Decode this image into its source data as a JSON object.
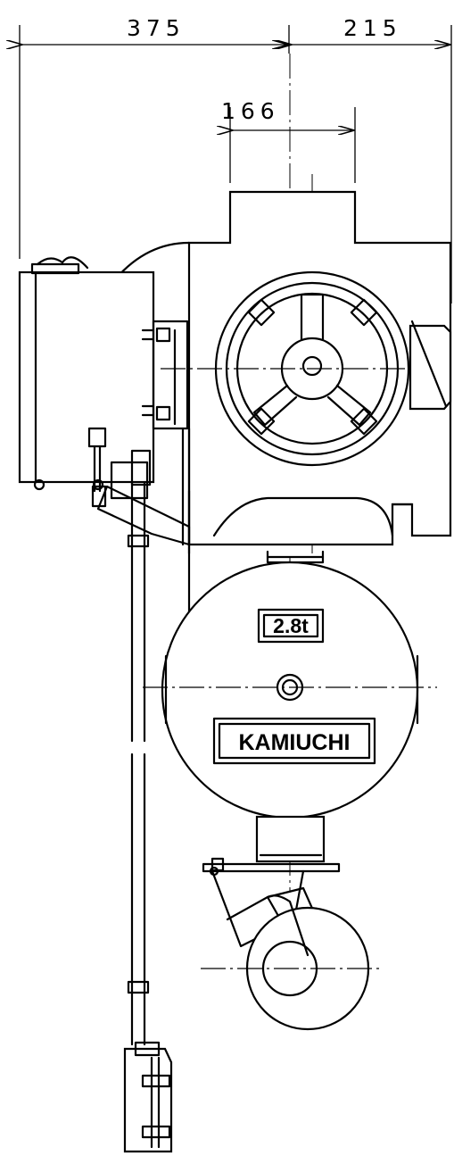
{
  "dimensions": {
    "left_width": "375",
    "right_width": "215",
    "sheave_width": "166"
  },
  "labels": {
    "capacity": "2.8t",
    "brand": "KAMIUCHI"
  }
}
